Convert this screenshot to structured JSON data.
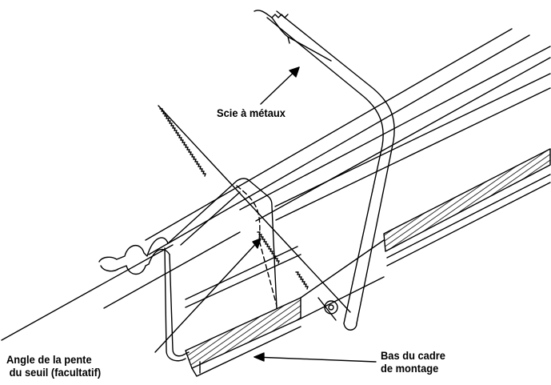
{
  "labels": {
    "hacksaw": "Scie à métaux",
    "slope_angle": {
      "line1": "Angle de la pente",
      "line2": "du seuil (facultatif)"
    },
    "frame_bottom": {
      "line1": "Bas du cadre",
      "line2": "de montage"
    }
  },
  "colors": {
    "line": "#000000",
    "background": "#ffffff"
  }
}
